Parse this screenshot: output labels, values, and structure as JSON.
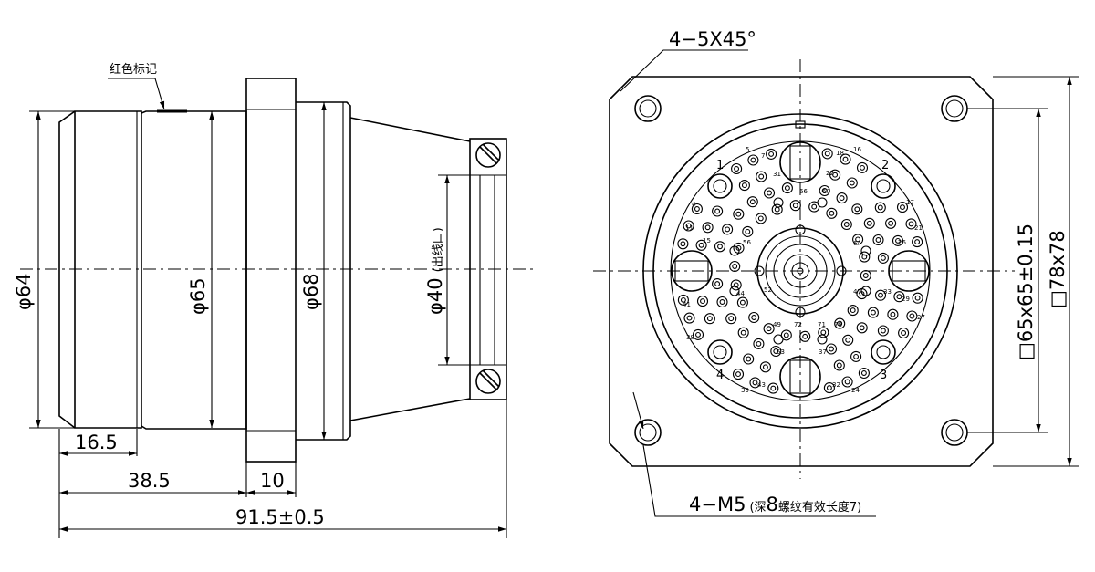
{
  "side_view": {
    "red_mark_label": "红色标记",
    "dim_dia_64": "φ64",
    "dim_dia_65": "φ65",
    "dim_dia_68": "φ68",
    "dim_dia_40": "φ40",
    "dim_dia_40_note": "(出线口)",
    "dim_len_16_5": "16.5",
    "dim_len_38_5": "38.5",
    "dim_len_10": "10",
    "dim_len_total": "91.5±0.5"
  },
  "front_view": {
    "chamfer_label": "4−5X45°",
    "thread_label": "4−M5",
    "thread_note_pre": "(深",
    "thread_note_depth": "8",
    "thread_note_post": "螺纹有效长度7)",
    "dim_hole_spacing": "□65x65±0.15",
    "dim_square": "□78x78",
    "mount_hole_numbers": [
      "1",
      "2",
      "3",
      "4"
    ],
    "pin_numbers": [
      "5",
      "7",
      "18",
      "16",
      "31",
      "22",
      "4",
      "17",
      "11",
      "21",
      "15",
      "64",
      "56",
      "60",
      "66",
      "26",
      "41",
      "44",
      "52",
      "47",
      "33",
      "29",
      "27",
      "38",
      "49",
      "72",
      "71",
      "78",
      "53",
      "37",
      "39",
      "43",
      "32",
      "24"
    ]
  }
}
